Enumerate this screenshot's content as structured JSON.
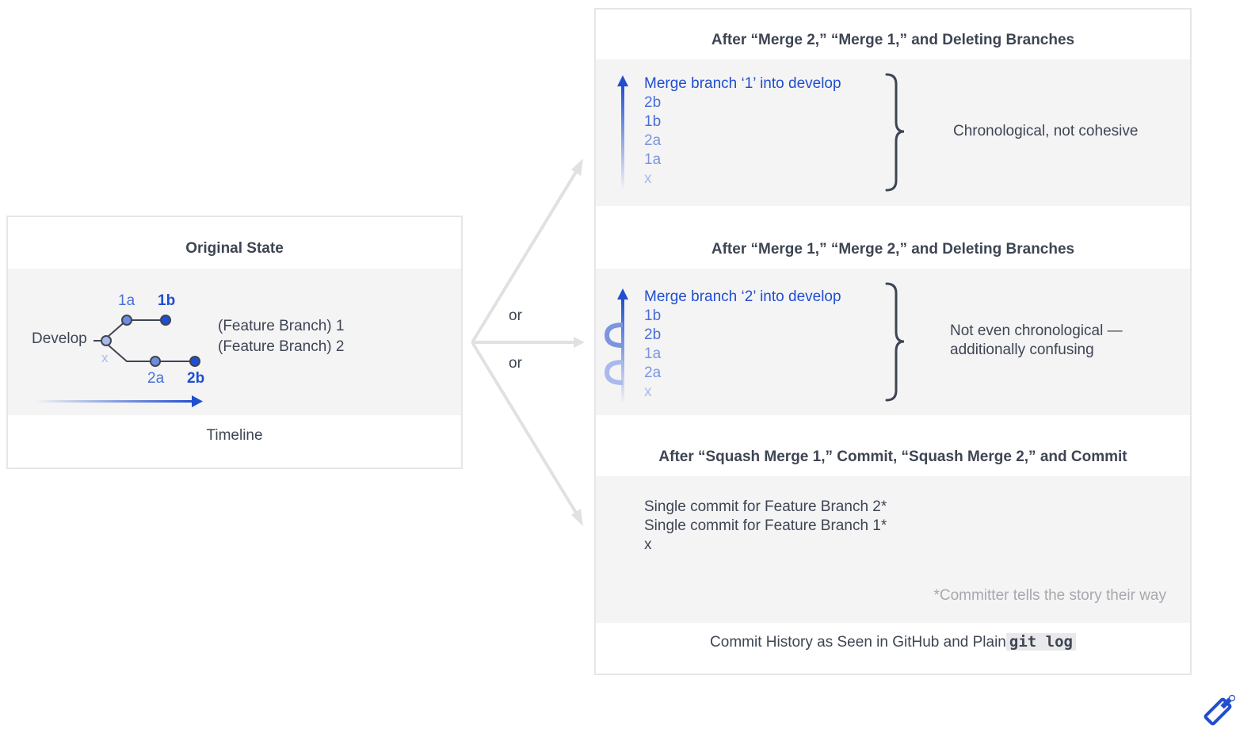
{
  "original": {
    "title": "Original State",
    "develop_label": "Develop",
    "commit_x": "x",
    "commit_1a": "1a",
    "commit_1b": "1b",
    "commit_2a": "2a",
    "commit_2b": "2b",
    "branch1_label": "(Feature Branch) 1",
    "branch2_label": "(Feature Branch) 2",
    "timeline_label": "Timeline"
  },
  "connector": {
    "or_top": "or",
    "or_bottom": "or"
  },
  "scenario1": {
    "title": "After “Merge 2,” “Merge 1,” and Deleting Branches",
    "commits": [
      "Merge branch ‘1’ into develop",
      "2b",
      "1b",
      "2a",
      "1a",
      "x"
    ],
    "note": "Chronological, not cohesive"
  },
  "scenario2": {
    "title": "After “Merge 1,” “Merge 2,” and Deleting Branches",
    "commits": [
      "Merge branch ‘2’ into develop",
      "1b",
      "2b",
      "1a",
      "2a",
      "x"
    ],
    "note_line1": "Not even chronological —",
    "note_line2": "additionally confusing"
  },
  "scenario3": {
    "title": "After “Squash Merge 1,” Commit, “Squash Merge 2,” and Commit",
    "commits": [
      "Single commit for Feature Branch 2*",
      "Single commit for Feature Branch 1*",
      "x"
    ],
    "footnote": "*Committer tells the story their way"
  },
  "footer": {
    "caption": "Commit History as Seen in GitHub and Plain",
    "code": "git log"
  },
  "colors": {
    "accent_blue": "#204ecf",
    "node_light": "#6f8ddd",
    "node_dark": "#204ecf",
    "text_dark": "#3e4553",
    "panel_grey": "#f4f4f5",
    "arrow_grey": "#e1e1e3"
  },
  "icons": [
    "arrow-up-icon",
    "loop-icon",
    "brace-icon",
    "toptal-logo-icon"
  ]
}
